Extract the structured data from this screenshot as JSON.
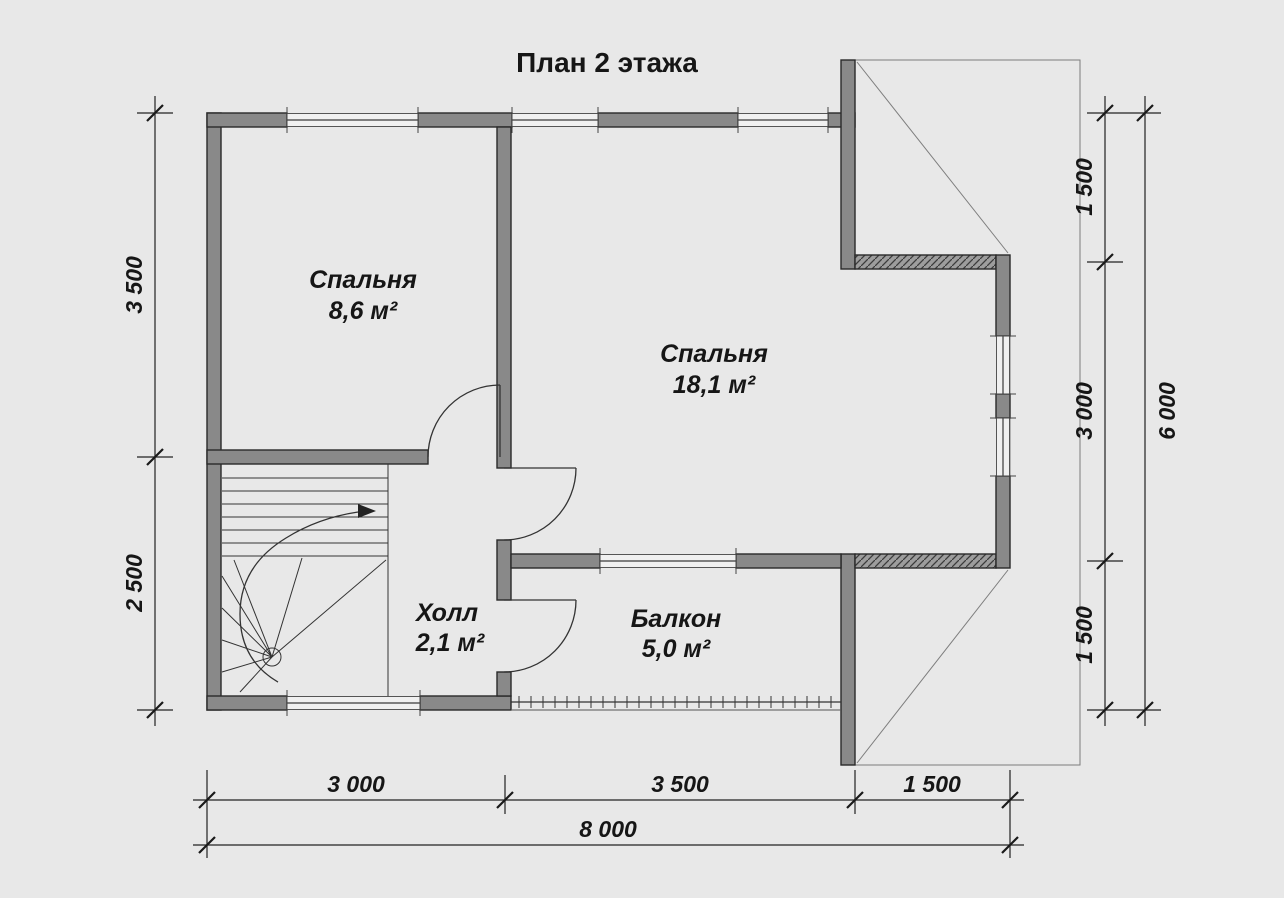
{
  "title": "План 2 этажа",
  "rooms": {
    "bedroom_small": {
      "name": "Спальня",
      "area": "8,6 м²"
    },
    "bedroom_large": {
      "name": "Спальня",
      "area": "18,1 м²"
    },
    "hall": {
      "name": "Холл",
      "area": "2,1 м²"
    },
    "balcony": {
      "name": "Балкон",
      "area": "5,0 м²"
    }
  },
  "dimensions": {
    "left_top": "3 500",
    "left_bottom": "2 500",
    "right_top": "1 500",
    "right_middle": "3 000",
    "right_bottom": "1 500",
    "right_total": "6 000",
    "bottom_left": "3 000",
    "bottom_middle": "3 500",
    "bottom_right": "1 500",
    "bottom_total": "8 000"
  },
  "colors": {
    "background": "#e8e8e8",
    "wall": "#898989",
    "text": "#161616"
  }
}
